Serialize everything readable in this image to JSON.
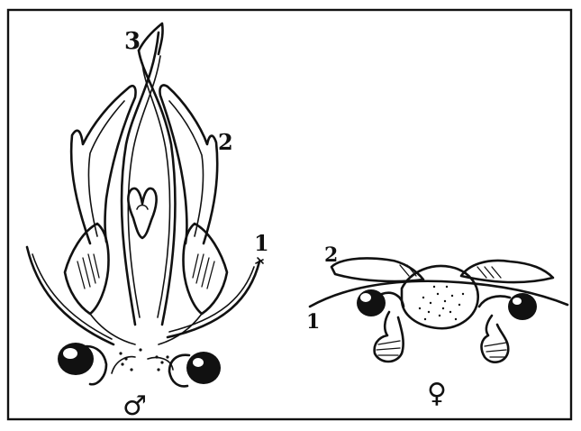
{
  "figure": {
    "left_specimen": {
      "label_1": "1",
      "label_2": "2",
      "label_3": "3",
      "sex_symbol": "♂"
    },
    "right_specimen": {
      "label_1": "1",
      "label_2": "2",
      "sex_symbol": "♀"
    }
  }
}
